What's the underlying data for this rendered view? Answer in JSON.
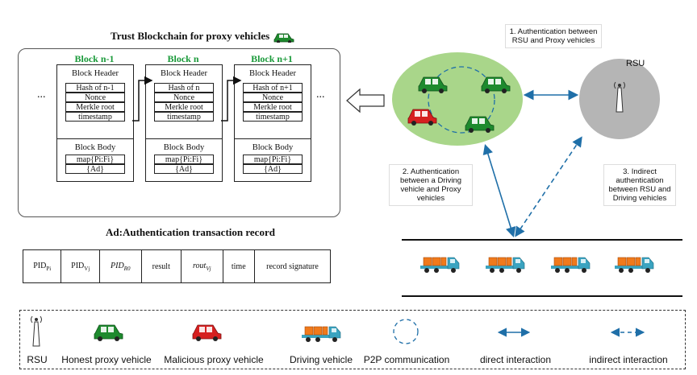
{
  "blockchain": {
    "title": "Trust Blockchain for proxy vehicles",
    "ellipsis_left": "...",
    "ellipsis_right": "...",
    "blocks": [
      {
        "name": "Block n-1",
        "header": "Block Header",
        "rows": [
          "Hash of  n-1",
          "Nonce",
          "Merkle root",
          "timestamp"
        ],
        "body": "Block Body",
        "body_rows": [
          "map{Pi:Fi}",
          "{Ad}"
        ]
      },
      {
        "name": "Block n",
        "header": "Block Header",
        "rows": [
          "Hash of  n",
          "Nonce",
          "Merkle root",
          "timestamp"
        ],
        "body": "Block Body",
        "body_rows": [
          "map{Pi:Fi}",
          "{Ad}"
        ]
      },
      {
        "name": "Block n+1",
        "header": "Block Header",
        "rows": [
          "Hash of  n+1",
          "Nonce",
          "Merkle root",
          "timestamp"
        ],
        "body": "Block Body",
        "body_rows": [
          "map{Pi:Fi}",
          "{Ad}"
        ]
      }
    ]
  },
  "record": {
    "title": "Ad:Authentication transaction record",
    "fields": [
      "PID_Pi",
      "PID_Vj",
      "PID_R0",
      "result",
      "rout_Vj",
      "time",
      "record signature"
    ]
  },
  "steps": {
    "step1": "1. Authentication between RSU and Proxy vehicles",
    "step2": "2. Authentication between a Driving vehicle and Proxy vehicles",
    "step3": "3. Indirect authentication between RSU and Driving  vehicles"
  },
  "rsu_label": "RSU",
  "legend": {
    "rsu": "RSU",
    "honest": "Honest proxy vehicle",
    "malicious": "Malicious proxy vehicle",
    "driving": "Driving vehicle",
    "p2p": "P2P communication",
    "direct": "direct interaction",
    "indirect": "indirect interaction"
  },
  "colors": {
    "honest_car": "#1e8a2e",
    "malicious_car": "#d62020",
    "cluster": "#a9d68a",
    "rsu_circle": "#b5b5b5",
    "truck_cargo": "#f07a1c",
    "truck_cab": "#3aa3c0",
    "arrow": "#1f6fa8",
    "block_title": "#1a9a3a"
  }
}
